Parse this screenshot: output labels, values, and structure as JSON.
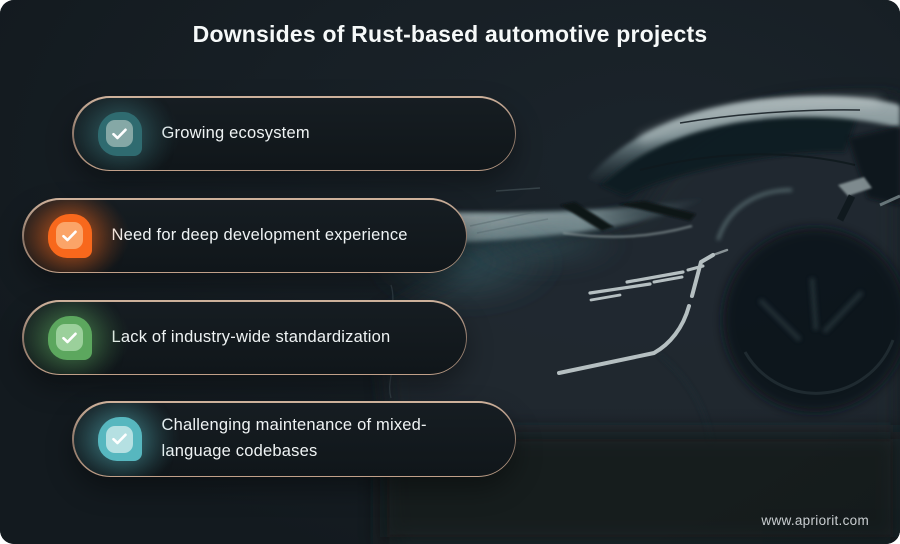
{
  "page": {
    "title": "Downsides of Rust-based automotive projects",
    "website_url": "www.apriorit.com",
    "theme": {
      "background": "#151c21",
      "title_color": "#f6f9f9",
      "text_color": "#eff3f4",
      "pill_border_top": "#cfb29c",
      "pill_border_mid": "#8a7466",
      "pill_border_bottom": "#c2a189"
    }
  },
  "items": [
    {
      "label": "Growing ecosystem",
      "icon": "check-icon",
      "icon_outer": "#2f6b70",
      "icon_inner": "#85a8a6",
      "icon_glow": "rgba(64,130,134,0.35)"
    },
    {
      "label": "Need for deep development experience",
      "icon": "check-icon",
      "icon_outer": "#f8681c",
      "icon_inner": "#fba468",
      "icon_glow": "rgba(248,104,28,0.42)"
    },
    {
      "label": "Lack of industry-wide standardization",
      "icon": "check-icon",
      "icon_outer": "#5ca75e",
      "icon_inner": "#9bd09b",
      "icon_glow": "rgba(92,167,94,0.38)"
    },
    {
      "label": "Challenging maintenance of mixed-language codebases",
      "icon": "check-icon",
      "icon_outer": "#57b7bf",
      "icon_inner": "#b5e0e2",
      "icon_glow": "rgba(87,183,191,0.35)"
    }
  ],
  "illustration": {
    "name": "dark-sports-car"
  }
}
